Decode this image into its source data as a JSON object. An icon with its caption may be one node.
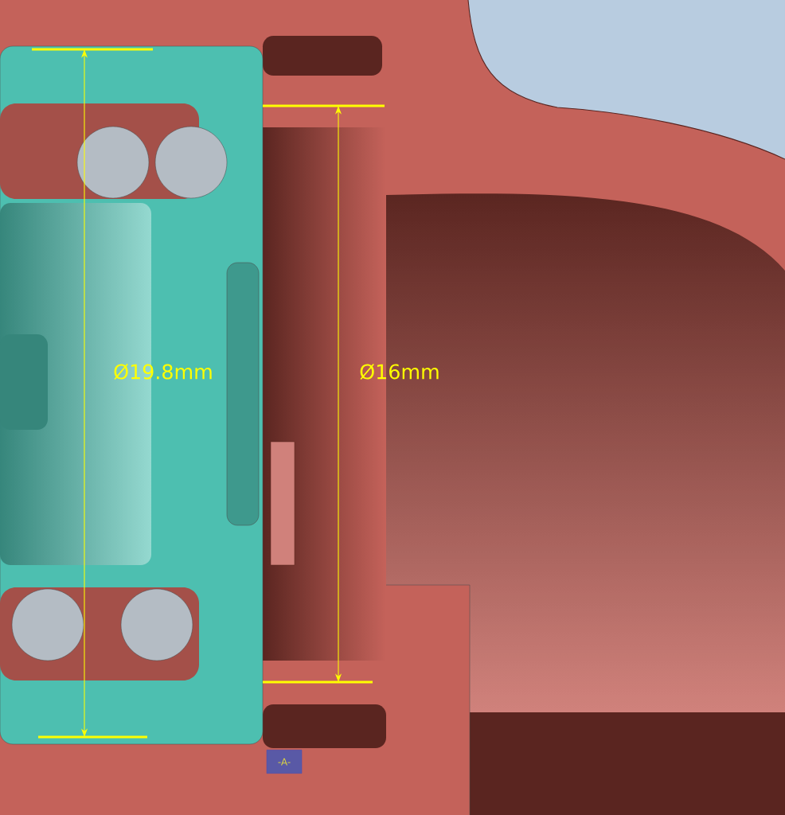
{
  "diagram": {
    "labels": [
      "Ø19.8mm",
      "Ø16mm",
      "-A-"
    ]
  }
}
